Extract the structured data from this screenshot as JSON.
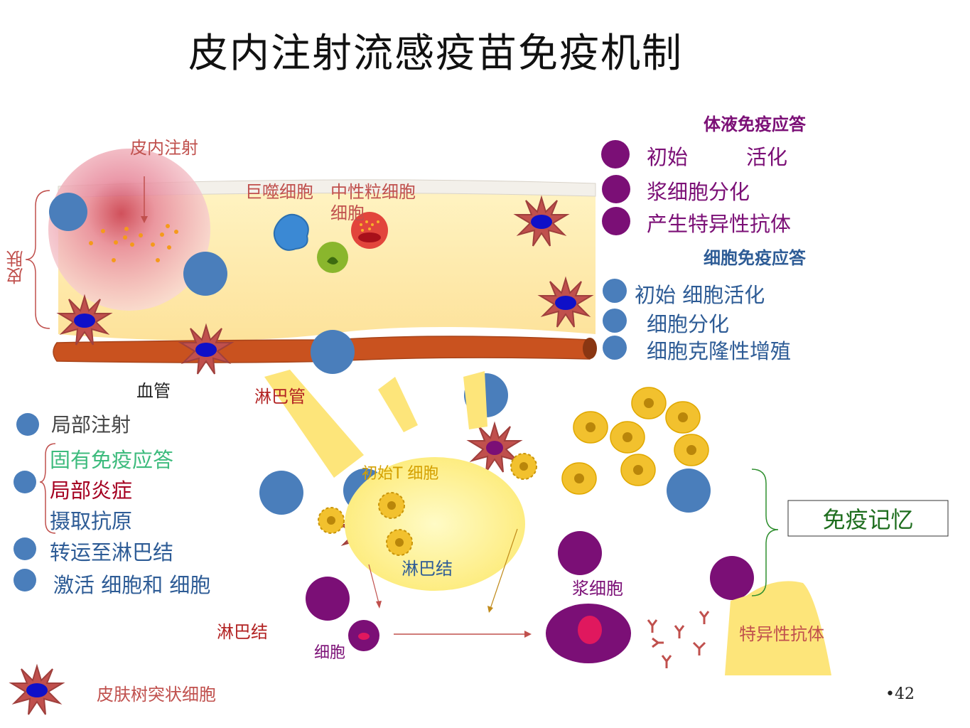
{
  "title": "皮内注射流感疫苗免疫机制",
  "labels": {
    "injection": "皮内注射",
    "skin": "皮肤",
    "macrophage": "巨噬细胞",
    "neutrophil": "中性粒细胞",
    "cell_label_top": "细胞",
    "blood_vessel": "血管",
    "lymph_vessel": "淋巴管",
    "naive_t": "初始T 细胞",
    "lymph_node_center": "淋巴结",
    "lymph_node_bottom": "淋巴结",
    "cell_label_bottom": "细胞",
    "plasma_cell": "浆细胞",
    "specific_antibody": "特异性抗体",
    "immune_memory": "免疫记忆",
    "skin_dendritic": "皮肤树突状细胞"
  },
  "humoral": {
    "heading": "体液免疫应答",
    "items": [
      "初始",
      "活化",
      "浆细胞分化",
      "产生特异性抗体"
    ]
  },
  "cellular": {
    "heading": "细胞免疫应答",
    "items": [
      "初始  细胞活化",
      "细胞分化",
      "细胞克隆性增殖"
    ]
  },
  "left_legend": {
    "local_injection": "局部注射",
    "innate": "固有免疫应答",
    "inflammation": "局部炎症",
    "antigen_uptake": "摄取抗原",
    "transport": "转运至淋巴结",
    "activate": "激活  细胞和  细胞"
  },
  "page_number": "•42",
  "colors": {
    "skin_layer": "#fde9a0",
    "vessel": "#c9521f",
    "blue_dot": "#4a7ebb",
    "purple_dot": "#7b0f76",
    "dendritic": "#c0504d",
    "lymph_node": "#fdf28a",
    "yellow_cell": "#f2c12e"
  }
}
